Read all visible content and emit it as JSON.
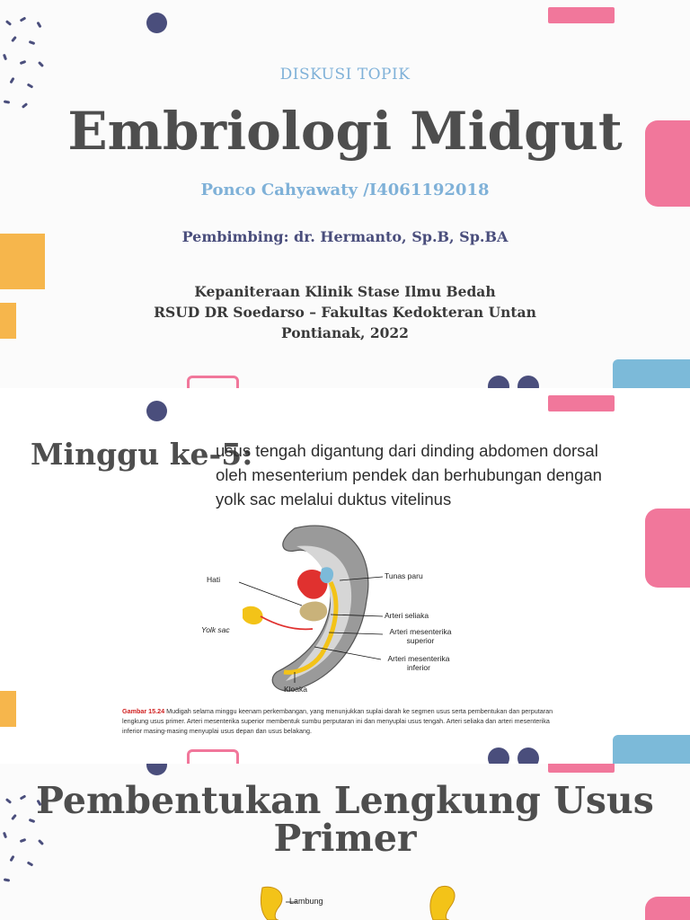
{
  "slide1": {
    "kicker": "DISKUSI TOPIK",
    "title": "Embriologi Midgut",
    "author": "Ponco Cahyawaty /I4061192018",
    "advisor": "Pembimbing: dr. Hermanto, Sp.B, Sp.BA",
    "institution_line1": "Kepaniteraan Klinik Stase Ilmu Bedah",
    "institution_line2": "RSUD DR Soedarso – Fakultas Kedokteran Untan",
    "institution_line3": "Pontianak, 2022"
  },
  "slide2": {
    "heading": "Minggu ke-5:",
    "body": "usus tengah digantung dari dinding abdomen dorsal oleh mesenterium pendek dan berhubungan dengan yolk sac melalui duktus vitelinus",
    "figure_labels": {
      "hati": "Hati",
      "yolk_sac": "Yolk sac",
      "tunas_paru": "Tunas paru",
      "arteri_seliaka": "Arteri seliaka",
      "arteri_mes_sup": "Arteri mesenterika superior",
      "arteri_mes_inf": "Arteri mesenterika inferior",
      "kloaka": "Kloaka"
    },
    "caption_lead": "Gambar 15.24",
    "caption_text": "Mudigah selama minggu keenam perkembangan, yang menunjukkan suplai darah ke segmen usus serta pembentukan dan perputaran lengkung usus primer. Arteri mesenterika superior membentuk sumbu perputaran ini dan menyuplai usus tengah. Arteri seliaka dan arteri mesenterika inferior masing-masing menyuplai usus depan dan usus belakang."
  },
  "slide3": {
    "title": "Pembentukan Lengkung Usus Primer",
    "figure_label": "Lambung"
  },
  "colors": {
    "navy": "#4a4e7c",
    "pink": "#f1779b",
    "blue": "#7cbad9",
    "orange": "#f6b64c",
    "title_gray": "#4e4e4e",
    "accent_blue_text": "#7fb1d8"
  }
}
